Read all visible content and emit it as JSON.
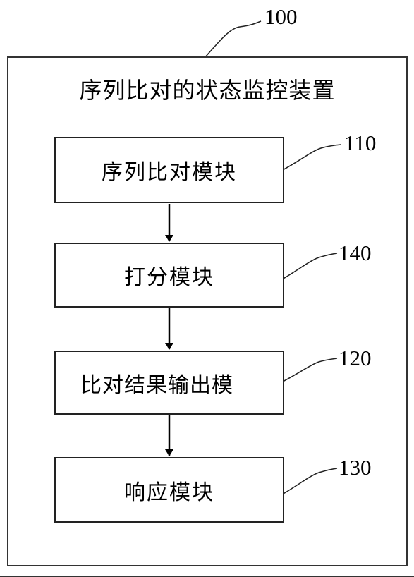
{
  "diagram": {
    "ref": "100",
    "title": "序列比对的状态监控装置",
    "modules": [
      {
        "ref": "110",
        "label": "序列比对模块"
      },
      {
        "ref": "140",
        "label": "打分模块"
      },
      {
        "ref": "120",
        "label": "比对结果输出模"
      },
      {
        "ref": "130",
        "label": "响应模块"
      }
    ]
  }
}
